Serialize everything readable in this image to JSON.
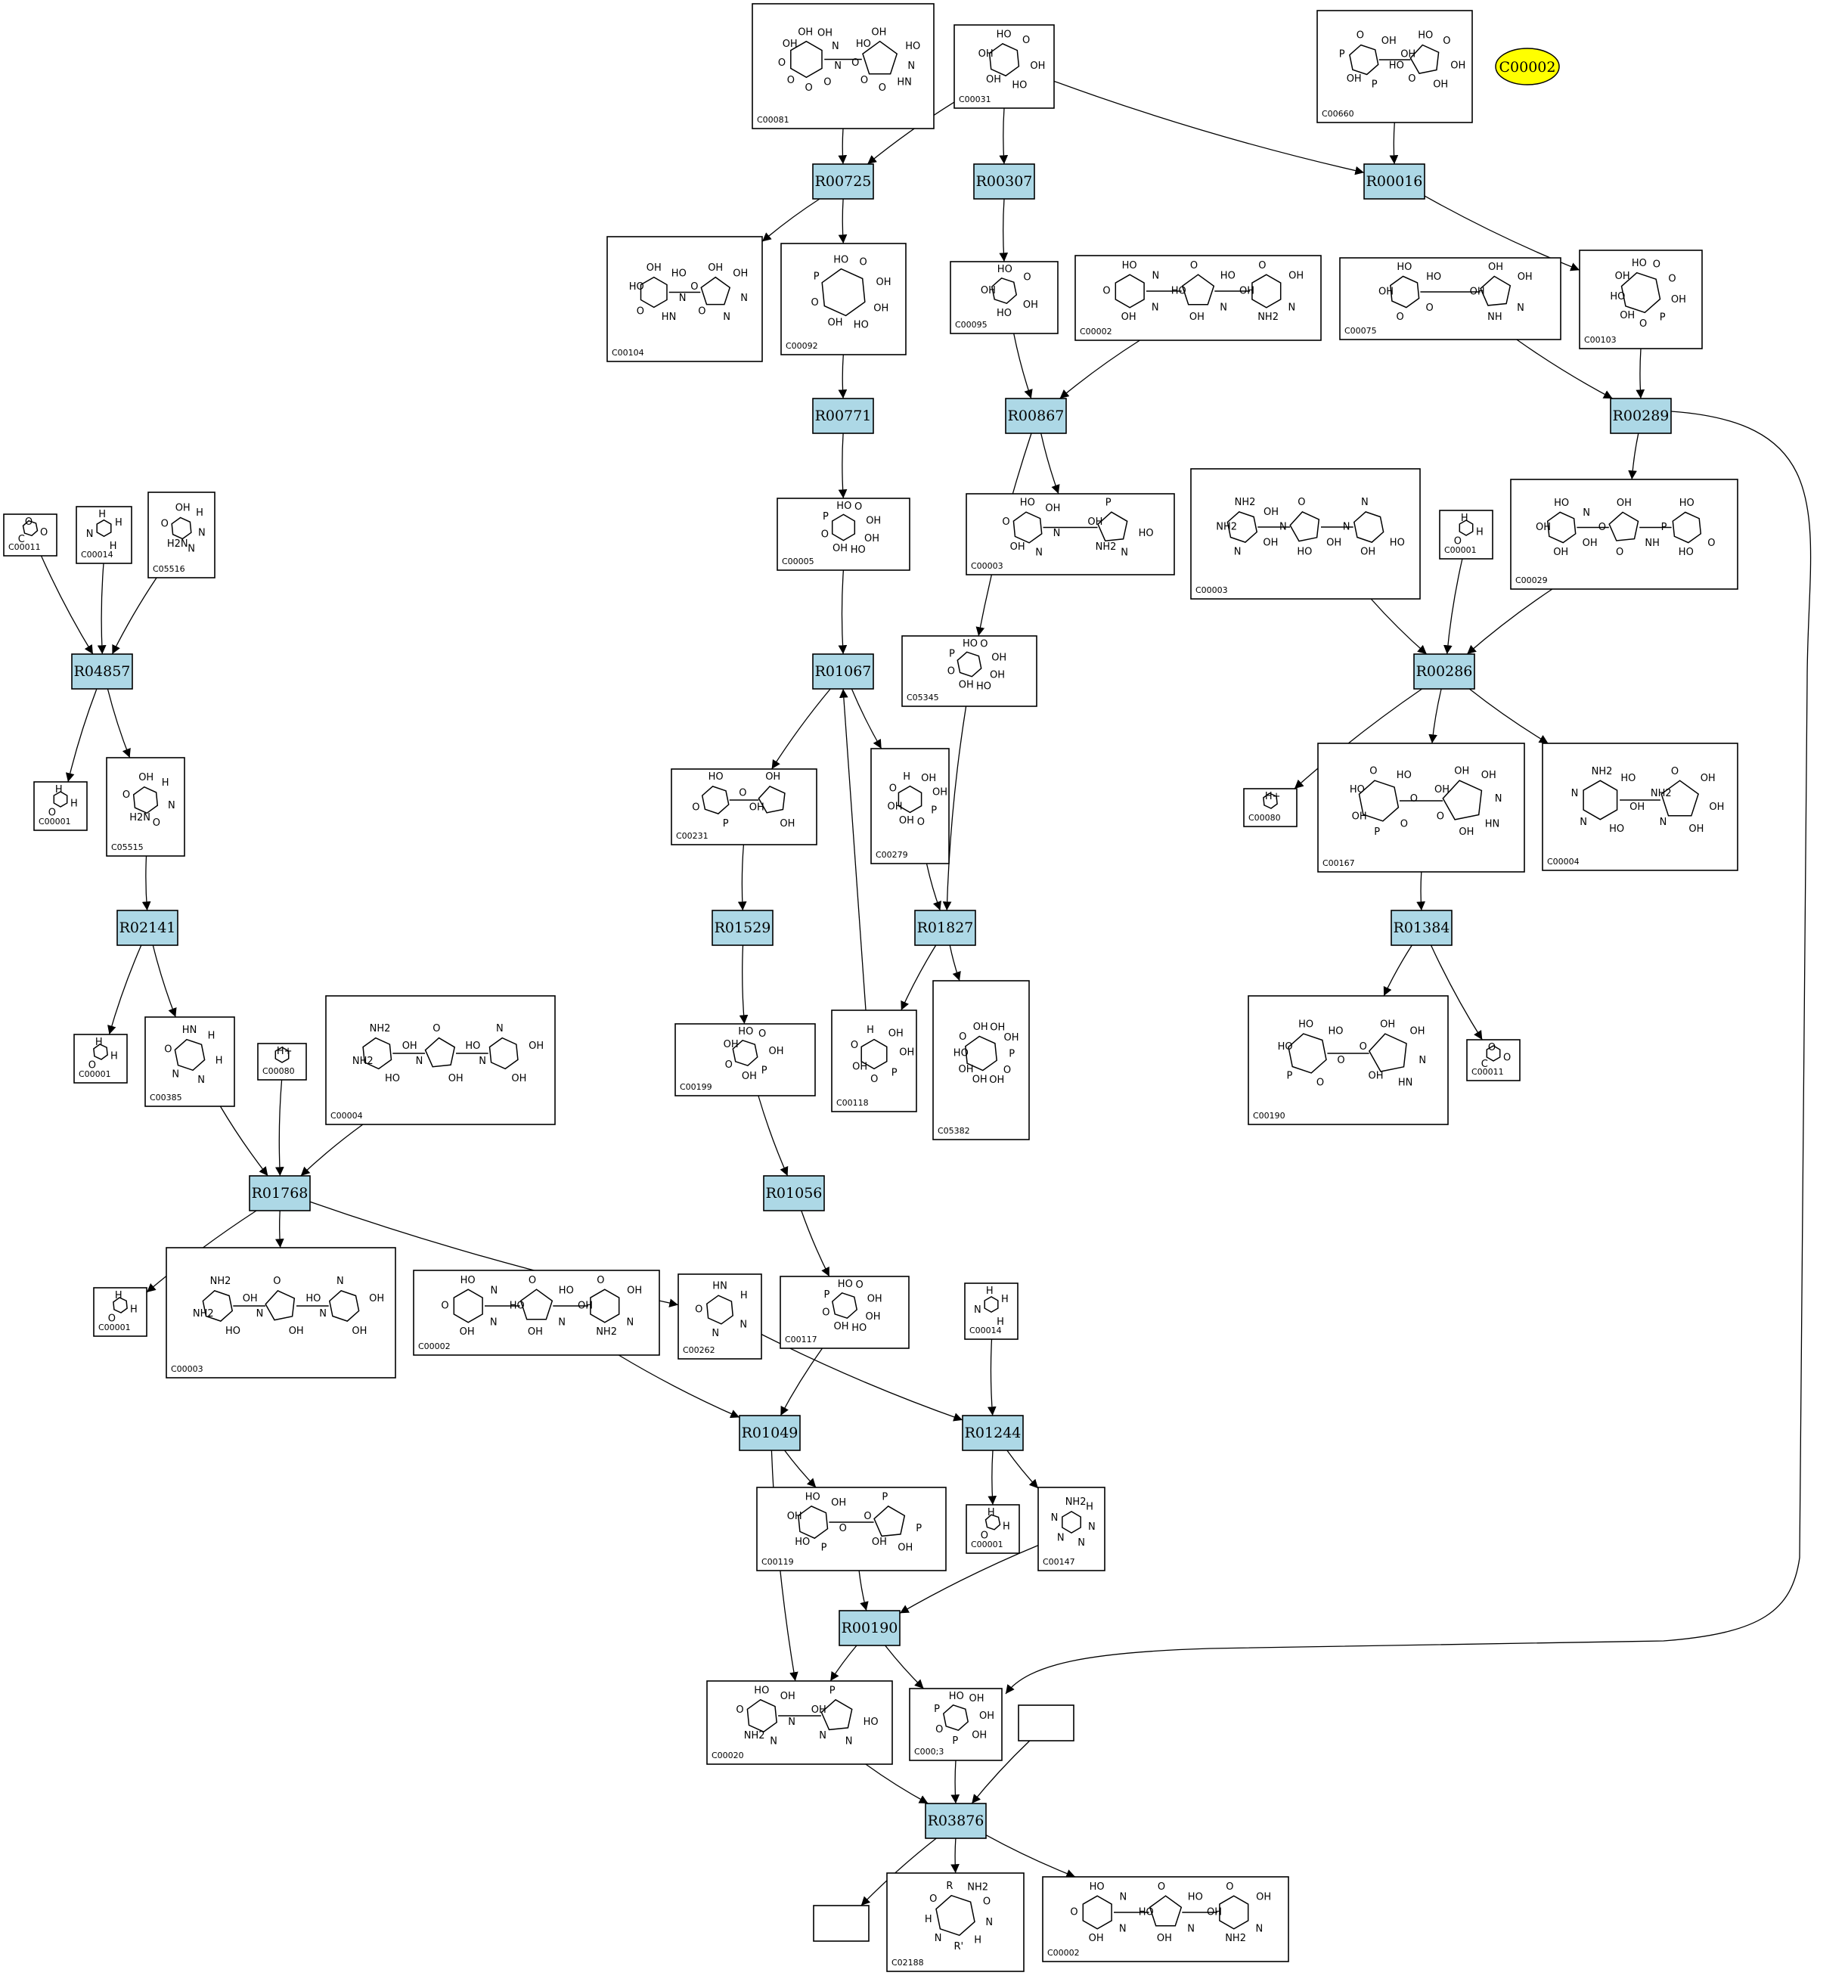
{
  "legend_marker": {
    "label": "C00002",
    "color": "#ffff00"
  },
  "colors": {
    "reaction_fill": "#add8e6",
    "stroke": "#000000",
    "background": "#ffffff"
  },
  "reactions": [
    {
      "id": "R00725"
    },
    {
      "id": "R00307"
    },
    {
      "id": "R00016"
    },
    {
      "id": "R00771"
    },
    {
      "id": "R00867"
    },
    {
      "id": "R00289"
    },
    {
      "id": "R04857"
    },
    {
      "id": "R01067"
    },
    {
      "id": "R00286"
    },
    {
      "id": "R02141"
    },
    {
      "id": "R01529"
    },
    {
      "id": "R01827"
    },
    {
      "id": "R01384"
    },
    {
      "id": "R01768"
    },
    {
      "id": "R01056"
    },
    {
      "id": "R01049"
    },
    {
      "id": "R01244"
    },
    {
      "id": "R00190"
    },
    {
      "id": "R03876"
    }
  ],
  "compounds": [
    {
      "key": "n00081",
      "label": "C00081",
      "atoms": [
        "OH",
        "OH",
        "OH",
        "HO",
        "O",
        "O",
        "O",
        "O",
        "O",
        "O",
        "O",
        "HN",
        "N",
        "N",
        "N",
        "HO",
        "OH"
      ]
    },
    {
      "key": "n00031",
      "label": "C00031",
      "atoms": [
        "HO",
        "OH",
        "OH",
        "HO",
        "OH",
        "O"
      ]
    },
    {
      "key": "n00660",
      "label": "C00660",
      "atoms": [
        "O",
        "HO",
        "P",
        "OH",
        "OH",
        "O",
        "P",
        "OH",
        "HO",
        "OH",
        "OH",
        "O"
      ]
    },
    {
      "key": "n00104",
      "label": "C00104",
      "atoms": [
        "OH",
        "OH",
        "HO",
        "O",
        "O",
        "O",
        "HN",
        "N",
        "N",
        "N",
        "HO",
        "OH"
      ]
    },
    {
      "key": "n00092",
      "label": "C00092",
      "atoms": [
        "HO",
        "P",
        "O",
        "OH",
        "HO",
        "OH",
        "OH",
        "O"
      ]
    },
    {
      "key": "n00095",
      "label": "C00095",
      "atoms": [
        "HO",
        "OH",
        "HO",
        "OH",
        "O"
      ]
    },
    {
      "key": "n00002a",
      "label": "C00002",
      "atoms": [
        "HO",
        "O",
        "O",
        "O",
        "HO",
        "OH",
        "OH",
        "OH",
        "NH2",
        "N",
        "N",
        "N",
        "N",
        "HO",
        "OH"
      ]
    },
    {
      "key": "n00075",
      "label": "C00075",
      "atoms": [
        "HO",
        "OH",
        "OH",
        "OH",
        "O",
        "NH",
        "O",
        "N",
        "HO",
        "OH"
      ]
    },
    {
      "key": "n00103",
      "label": "C00103",
      "atoms": [
        "HO",
        "OH",
        "HO",
        "OH",
        "O",
        "P",
        "OH",
        "O",
        "O"
      ]
    },
    {
      "key": "n00005",
      "label": "C00005",
      "atoms": [
        "HO",
        "P",
        "O",
        "OH",
        "HO",
        "OH",
        "OH",
        "O"
      ]
    },
    {
      "key": "n00003a",
      "label": "C00003",
      "atoms": [
        "HO",
        "P",
        "O",
        "OH",
        "OH",
        "NH2",
        "N",
        "N",
        "N",
        "HO",
        "OH"
      ]
    },
    {
      "key": "n00003b",
      "label": "C00003",
      "atoms": [
        "NH2",
        "O",
        "N",
        "NH2",
        "N",
        "N",
        "N",
        "HO",
        "OH",
        "OH",
        "OH",
        "HO",
        "OH"
      ]
    },
    {
      "key": "n00001a",
      "label": "C00001",
      "atoms": [
        "H",
        "O",
        "H"
      ]
    },
    {
      "key": "n00029",
      "label": "C00029",
      "atoms": [
        "HO",
        "OH",
        "HO",
        "OH",
        "O",
        "P",
        "OH",
        "O",
        "HO",
        "OH",
        "NH",
        "O",
        "N"
      ]
    },
    {
      "key": "n00011a",
      "label": "C00011",
      "atoms": [
        "O",
        "C",
        "O"
      ]
    },
    {
      "key": "n00014a",
      "label": "C00014",
      "atoms": [
        "H",
        "N",
        "H",
        "H"
      ]
    },
    {
      "key": "n05516",
      "label": "C05516",
      "atoms": [
        "OH",
        "O",
        "H2N",
        "N",
        "N",
        "H"
      ]
    },
    {
      "key": "n05345",
      "label": "C05345",
      "atoms": [
        "HO",
        "P",
        "O",
        "OH",
        "HO",
        "OH",
        "OH",
        "O"
      ]
    },
    {
      "key": "n00001b",
      "label": "C00001",
      "atoms": [
        "H",
        "O",
        "H"
      ]
    },
    {
      "key": "n05515",
      "label": "C05515",
      "atoms": [
        "OH",
        "O",
        "H2N",
        "O",
        "N",
        "H"
      ]
    },
    {
      "key": "n00231",
      "label": "C00231",
      "atoms": [
        "HO",
        "OH",
        "O",
        "OH",
        "P",
        "OH",
        "O"
      ]
    },
    {
      "key": "n00279",
      "label": "C00279",
      "atoms": [
        "H",
        "O",
        "OH",
        "OH",
        "O",
        "P",
        "OH",
        "OH"
      ]
    },
    {
      "key": "n00080a",
      "label": "C00080",
      "atoms": [
        "H+"
      ]
    },
    {
      "key": "n00167",
      "label": "C00167",
      "atoms": [
        "O",
        "OH",
        "HO",
        "OH",
        "OH",
        "O",
        "P",
        "OH",
        "O",
        "HN",
        "O",
        "N",
        "HO",
        "OH"
      ]
    },
    {
      "key": "n00004a",
      "label": "C00004",
      "atoms": [
        "NH2",
        "O",
        "N",
        "NH2",
        "N",
        "N",
        "HO",
        "OH",
        "OH",
        "OH",
        "HO",
        "OH"
      ]
    },
    {
      "key": "n00001c",
      "label": "C00001",
      "atoms": [
        "H",
        "O",
        "H"
      ]
    },
    {
      "key": "n00385",
      "label": "C00385",
      "atoms": [
        "HN",
        "O",
        "N",
        "N",
        "H",
        "H"
      ]
    },
    {
      "key": "n00080b",
      "label": "C00080",
      "atoms": [
        "H+"
      ]
    },
    {
      "key": "n00004b",
      "label": "C00004",
      "atoms": [
        "NH2",
        "O",
        "N",
        "NH2",
        "N",
        "N",
        "HO",
        "OH",
        "OH",
        "OH",
        "HO",
        "OH"
      ]
    },
    {
      "key": "n00199",
      "label": "C00199",
      "atoms": [
        "HO",
        "OH",
        "O",
        "OH",
        "P",
        "OH",
        "O"
      ]
    },
    {
      "key": "n00118",
      "label": "C00118",
      "atoms": [
        "H",
        "O",
        "OH",
        "O",
        "P",
        "OH",
        "OH"
      ]
    },
    {
      "key": "n05382",
      "label": "C05382",
      "atoms": [
        "OH",
        "O",
        "HO",
        "OH",
        "OH",
        "OH",
        "O",
        "P",
        "OH",
        "OH"
      ]
    },
    {
      "key": "n00190",
      "label": "C00190",
      "atoms": [
        "HO",
        "OH",
        "HO",
        "O",
        "P",
        "OH",
        "O",
        "HN",
        "O",
        "N",
        "HO",
        "OH"
      ]
    },
    {
      "key": "n00011b",
      "label": "C00011",
      "atoms": [
        "O",
        "C",
        "O"
      ]
    },
    {
      "key": "n00001d",
      "label": "C00001",
      "atoms": [
        "H",
        "O",
        "H"
      ]
    },
    {
      "key": "n00003c",
      "label": "C00003",
      "atoms": [
        "NH2",
        "O",
        "N",
        "NH2",
        "N",
        "N",
        "HO",
        "OH",
        "OH",
        "OH",
        "HO",
        "OH"
      ]
    },
    {
      "key": "n00002b",
      "label": "C00002",
      "atoms": [
        "HO",
        "O",
        "O",
        "O",
        "HO",
        "OH",
        "OH",
        "OH",
        "NH2",
        "N",
        "N",
        "N",
        "N",
        "HO",
        "OH"
      ]
    },
    {
      "key": "n00262",
      "label": "C00262",
      "atoms": [
        "HN",
        "O",
        "N",
        "N",
        "H"
      ]
    },
    {
      "key": "n00117",
      "label": "C00117",
      "atoms": [
        "HO",
        "P",
        "O",
        "OH",
        "HO",
        "OH",
        "OH",
        "O"
      ]
    },
    {
      "key": "n00014b",
      "label": "C00014",
      "atoms": [
        "H",
        "N",
        "H",
        "H"
      ]
    },
    {
      "key": "n00119",
      "label": "C00119",
      "atoms": [
        "HO",
        "P",
        "OH",
        "O",
        "HO",
        "OH",
        "P",
        "OH",
        "O",
        "P",
        "OH"
      ]
    },
    {
      "key": "n00001e",
      "label": "C00001",
      "atoms": [
        "H",
        "O",
        "H"
      ]
    },
    {
      "key": "n00147",
      "label": "C00147",
      "atoms": [
        "NH2",
        "N",
        "N",
        "N",
        "N",
        "H"
      ]
    },
    {
      "key": "n00020",
      "label": "C00020",
      "atoms": [
        "HO",
        "P",
        "O",
        "OH",
        "NH2",
        "N",
        "N",
        "N",
        "N",
        "HO",
        "OH"
      ]
    },
    {
      "key": "n00013",
      "label": "C000;3",
      "atoms": [
        "HO",
        "P",
        "O",
        "P",
        "OH",
        "OH",
        "OH"
      ]
    },
    {
      "key": "nblank1",
      "label": "",
      "atoms": []
    },
    {
      "key": "nblank2",
      "label": "",
      "atoms": []
    },
    {
      "key": "n02188",
      "label": "C02188",
      "atoms": [
        "R",
        "O",
        "H",
        "N",
        "R'",
        "H",
        "N",
        "O",
        "NH2"
      ]
    },
    {
      "key": "n00002c",
      "label": "C00002",
      "atoms": [
        "HO",
        "O",
        "O",
        "O",
        "HO",
        "OH",
        "OH",
        "OH",
        "NH2",
        "N",
        "N",
        "N",
        "N",
        "HO",
        "OH"
      ]
    }
  ]
}
